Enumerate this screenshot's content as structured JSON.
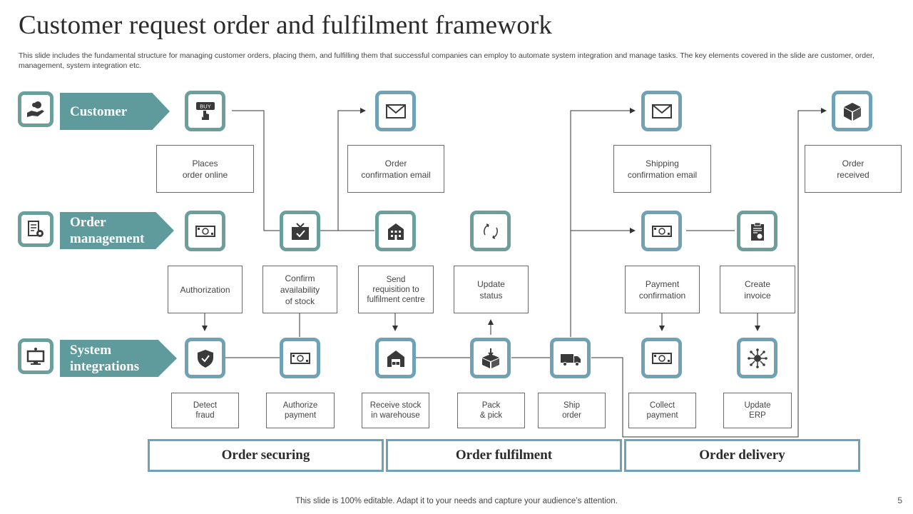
{
  "title": "Customer request order and fulfilment framework",
  "subtitle": "This slide includes the fundamental structure for managing customer orders, placing them, and fulfilling them that successful companies can employ to automate system integration and manage tasks. The key elements covered in the slide are customer, order, management, system integration etc.",
  "rows": {
    "customer": "Customer",
    "order_management": "Order\nmanagement",
    "system_integrations": "System\nintegrations"
  },
  "buy_text": "BUY",
  "labels": {
    "places_order": "Places\norder online",
    "order_email": "Order\nconfirmation email",
    "shipping_email": "Shipping\nconfirmation email",
    "order_received": "Order\nreceived",
    "authorization": "Authorization",
    "confirm_stock": "Confirm\navailability\nof stock",
    "send_requisition": "Send\nrequisition to\nfulfilment centre",
    "update_status": "Update\nstatus",
    "payment_confirmation": "Payment\nconfirmation",
    "create_invoice": "Create\ninvoice",
    "detect_fraud": "Detect\nfraud",
    "authorize_payment": "Authorize\npayment",
    "receive_stock": "Receive stock\nin warehouse",
    "pack_pick": "Pack\n& pick",
    "ship_order": "Ship\norder",
    "collect_payment": "Collect\npayment",
    "update_erp": "Update\nERP"
  },
  "phases": {
    "securing": "Order securing",
    "fulfilment": "Order fulfilment",
    "delivery": "Order delivery"
  },
  "footer": "This slide is 100% editable. Adapt it to your needs and capture your audience’s attention.",
  "page_number": "5",
  "colors": {
    "teal": "#5f9a9c",
    "icon_border": "#6fa1b7",
    "icon_fill": "#3a3a3a"
  }
}
